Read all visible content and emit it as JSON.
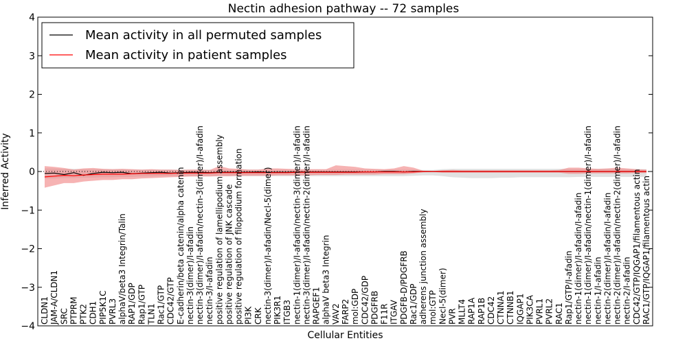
{
  "chart_data": {
    "type": "line",
    "title": "Nectin adhesion pathway -- 72 samples",
    "xlabel": "Cellular Entities",
    "ylabel": "Inferred Activity",
    "ylim": [
      -4,
      4
    ],
    "yticks": [
      -4,
      -3,
      -2,
      -1,
      0,
      1,
      2,
      3,
      4
    ],
    "grid": false,
    "legend_position": "top-left",
    "colors": {
      "permuted": "#000000",
      "patient": "#ff0000",
      "patient_band": "#f08080",
      "permuted_band": "#c8c8c8"
    },
    "categories": [
      "CLDN1",
      "JAM-A/CLDN1",
      "SRC",
      "PTPRM",
      "PTK2",
      "CDH1",
      "PIP5K1C",
      "PVRL3",
      "alphaV/beta3 Integrin/Talin",
      "RAP1/GDP",
      "Rap1/GTP",
      "TLN1",
      "Rac1/GTP",
      "CDC42/GTP",
      "E-cadherin/beta catenin/alpha catenin",
      "nectin-3(dimer)/I-afadin",
      "nectin-3(dimer)/I-afadin/nectin-3(dimer)/I-afadin",
      "nectin-3/I-afadin",
      "positive regulation of lamellipodium assembly",
      "positive regulation of JNK cascade",
      "positive regulation of filopodium formation",
      "PI3K",
      "CRK",
      "nectin-3(dimer)/I-afadin/Necl-5(dimer)",
      "PIK3R1",
      "ITGB3",
      "nectin-1(dimer)/I-afadin/nectin-3(dimer)/I-afadin",
      "nectin-3(dimer)/I-afadin/nectin-2(dimer)/I-afadin",
      "RAPGEF1",
      "alphaV beta3 Integrin",
      "VAV2",
      "FARP2",
      "mol:GDP",
      "CDC42/GDP",
      "PDGFRB",
      "F11R",
      "ITGAV",
      "PDGFB-D/PDGFRB",
      "Rac1/GDP",
      "adherens junction assembly",
      "mol:GTP",
      "Necl-5(dimer)",
      "PVR",
      "MLLT4",
      "RAP1A",
      "RAP1B",
      "CDC42",
      "CTNNA1",
      "CTNNB1",
      "IQGAP1",
      "PIK3CA",
      "PVRL1",
      "PVRL2",
      "RAC1",
      "Rap1/GTP/I-afadin",
      "nectin-1(dimer)/I-afadin/I-afadin",
      "nectin-1(dimer)/I-afadin/nectin-1(dimer)/I-afadin",
      "nectin-1/I-afadin",
      "nectin-2(dimer)/I-afadin/I-afadin",
      "nectin-2(dimer)/I-afadin/nectin-2(dimer)/I-afadin",
      "nectin-2/I-afadin",
      "CDC42/GTP/IQGAP1/filamentous actin",
      "RAC1/GTP/IQGAP1/filamentous actin"
    ],
    "series": [
      {
        "name": "Mean activity in all permuted samples",
        "color": "#000000",
        "values": [
          -0.05,
          -0.04,
          -0.08,
          -0.03,
          -0.1,
          -0.05,
          -0.02,
          -0.03,
          -0.02,
          -0.06,
          -0.04,
          -0.03,
          -0.02,
          -0.04,
          -0.03,
          -0.02,
          -0.02,
          -0.03,
          -0.02,
          -0.02,
          -0.02,
          -0.02,
          -0.01,
          -0.02,
          -0.02,
          -0.02,
          -0.01,
          -0.01,
          -0.01,
          -0.01,
          -0.01,
          -0.01,
          -0.01,
          -0.01,
          -0.01,
          0.0,
          0.0,
          -0.01,
          0.0,
          0.0,
          0.0,
          0.0,
          0.0,
          0.0,
          0.0,
          0.0,
          0.0,
          0.0,
          0.0,
          0.0,
          0.0,
          0.0,
          0.0,
          0.0,
          0.0,
          0.0,
          0.0,
          0.0,
          0.0,
          0.0,
          0.0,
          0.0,
          0.0
        ],
        "band_upper": [
          0.08,
          0.08,
          0.07,
          0.07,
          0.06,
          0.06,
          0.06,
          0.06,
          0.06,
          0.05,
          0.05,
          0.05,
          0.05,
          0.05,
          0.05,
          0.05,
          0.05,
          0.05,
          0.05,
          0.05,
          0.05,
          0.05,
          0.05,
          0.05,
          0.05,
          0.05,
          0.05,
          0.05,
          0.05,
          0.05,
          0.05,
          0.05,
          0.05,
          0.05,
          0.05,
          0.05,
          0.05,
          0.05,
          0.05,
          0.04,
          0.04,
          0.06,
          0.07,
          0.07,
          0.07,
          0.07,
          0.07,
          0.07,
          0.07,
          0.07,
          0.07,
          0.07,
          0.07,
          0.07,
          0.07,
          0.07,
          0.07,
          0.07,
          0.07,
          0.07,
          0.06,
          0.06,
          0.06
        ],
        "band_lower": [
          -0.18,
          -0.18,
          -0.17,
          -0.17,
          -0.16,
          -0.16,
          -0.15,
          -0.15,
          -0.14,
          -0.14,
          -0.13,
          -0.13,
          -0.12,
          -0.12,
          -0.12,
          -0.12,
          -0.12,
          -0.12,
          -0.12,
          -0.12,
          -0.12,
          -0.12,
          -0.12,
          -0.12,
          -0.12,
          -0.12,
          -0.12,
          -0.12,
          -0.12,
          -0.12,
          -0.12,
          -0.12,
          -0.12,
          -0.12,
          -0.12,
          -0.12,
          -0.12,
          -0.12,
          -0.11,
          -0.1,
          -0.1,
          -0.12,
          -0.15,
          -0.16,
          -0.17,
          -0.17,
          -0.17,
          -0.16,
          -0.16,
          -0.15,
          -0.15,
          -0.15,
          -0.15,
          -0.15,
          -0.15,
          -0.14,
          -0.14,
          -0.14,
          -0.14,
          -0.14,
          -0.14,
          -0.14,
          -0.14
        ]
      },
      {
        "name": "Mean activity in patient samples",
        "color": "#ff0000",
        "values": [
          -0.14,
          -0.12,
          -0.1,
          -0.11,
          -0.09,
          -0.08,
          -0.07,
          -0.07,
          -0.07,
          -0.06,
          -0.05,
          -0.05,
          -0.05,
          -0.05,
          -0.04,
          -0.04,
          -0.04,
          -0.04,
          -0.03,
          -0.03,
          -0.03,
          -0.03,
          -0.03,
          -0.03,
          -0.03,
          -0.03,
          -0.02,
          -0.02,
          -0.02,
          -0.02,
          -0.02,
          -0.02,
          -0.02,
          -0.01,
          -0.01,
          -0.01,
          -0.01,
          -0.01,
          -0.01,
          0.0,
          0.0,
          0.0,
          0.0,
          0.0,
          0.0,
          0.0,
          0.0,
          0.0,
          0.0,
          0.0,
          0.0,
          0.0,
          0.0,
          0.0,
          0.0,
          0.0,
          0.0,
          0.0,
          0.0,
          0.0,
          0.0,
          0.0,
          0.0
        ],
        "band_upper": [
          0.14,
          0.12,
          0.09,
          0.05,
          0.08,
          0.09,
          0.07,
          0.06,
          0.07,
          0.06,
          0.05,
          0.06,
          0.05,
          0.05,
          0.04,
          0.05,
          0.05,
          0.04,
          0.14,
          0.08,
          0.07,
          0.05,
          0.05,
          0.08,
          0.08,
          0.07,
          0.06,
          0.06,
          0.06,
          0.06,
          0.16,
          0.14,
          0.12,
          0.08,
          0.07,
          0.06,
          0.08,
          0.14,
          0.1,
          0.02,
          0.01,
          0.03,
          0.04,
          0.03,
          0.03,
          0.03,
          0.03,
          0.03,
          0.03,
          0.03,
          0.03,
          0.03,
          0.03,
          0.04,
          0.1,
          0.1,
          0.08,
          0.07,
          0.08,
          0.1,
          0.08,
          0.06,
          0.05
        ],
        "band_lower": [
          -0.42,
          -0.36,
          -0.3,
          -0.3,
          -0.26,
          -0.24,
          -0.22,
          -0.22,
          -0.2,
          -0.2,
          -0.18,
          -0.17,
          -0.16,
          -0.15,
          -0.14,
          -0.13,
          -0.13,
          -0.13,
          -0.12,
          -0.12,
          -0.11,
          -0.11,
          -0.11,
          -0.11,
          -0.1,
          -0.1,
          -0.1,
          -0.1,
          -0.09,
          -0.09,
          -0.09,
          -0.08,
          -0.08,
          -0.08,
          -0.08,
          -0.07,
          -0.07,
          -0.07,
          -0.05,
          -0.02,
          -0.01,
          -0.03,
          -0.03,
          -0.03,
          -0.03,
          -0.03,
          -0.03,
          -0.03,
          -0.03,
          -0.03,
          -0.03,
          -0.03,
          -0.03,
          -0.03,
          -0.06,
          -0.06,
          -0.05,
          -0.05,
          -0.05,
          -0.05,
          -0.05,
          -0.04,
          -0.04
        ]
      }
    ]
  }
}
